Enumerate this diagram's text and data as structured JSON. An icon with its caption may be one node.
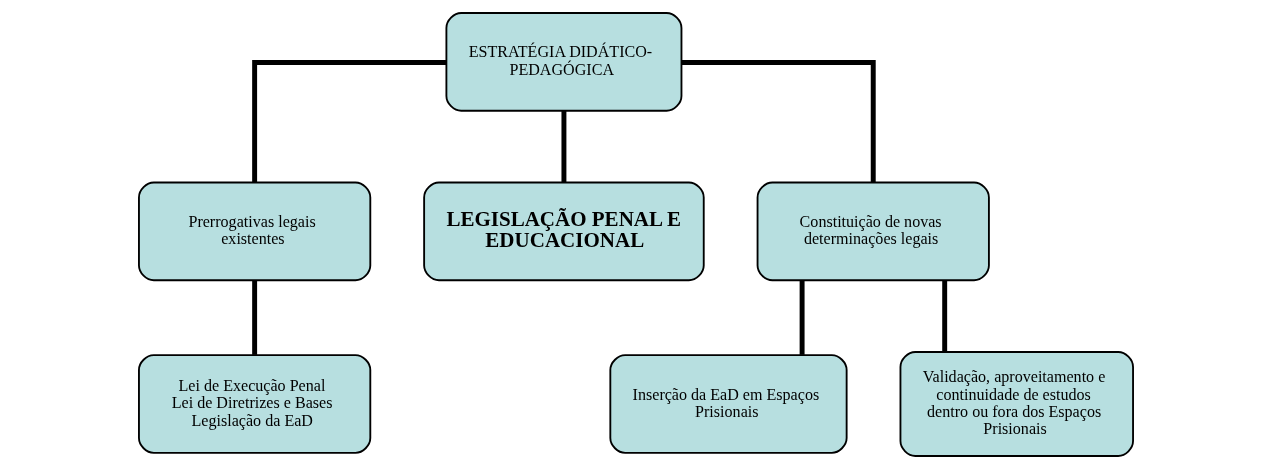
{
  "diagram": {
    "nodes": [
      {
        "text": [
          "ESTRATÉGIA DIDÁTICO-PEDAGÓGICA"
        ]
      },
      {
        "text": [
          "Prerrogativas legais existentes"
        ]
      },
      {
        "text": [
          "LEGISLAÇÃO PENAL E EDUCACIONAL"
        ]
      },
      {
        "text": [
          "Constituição de novas determinações legais"
        ]
      },
      {
        "text": [
          "Lei de Execução Penal",
          "Lei de Diretrizes e Bases",
          "Legislação da EaD"
        ]
      },
      {
        "text": [
          "Inserção da EaD em Espaços Prisionais"
        ]
      },
      {
        "text": [
          "Validação, aproveitamento e continuidade de estudos dentro ou fora dos Espaços Prisionais"
        ]
      }
    ],
    "edges": [
      {
        "from": 0,
        "to": 1,
        "arrow": "none"
      },
      {
        "from": 0,
        "to": 2,
        "arrow": "none"
      },
      {
        "from": 0,
        "to": 3,
        "arrow": "none"
      },
      {
        "from": 1,
        "to": 4,
        "arrow": "none"
      },
      {
        "from": 3,
        "to": 5,
        "arrow": "none"
      },
      {
        "from": 3,
        "to": 6,
        "arrow": "none"
      }
    ]
  }
}
